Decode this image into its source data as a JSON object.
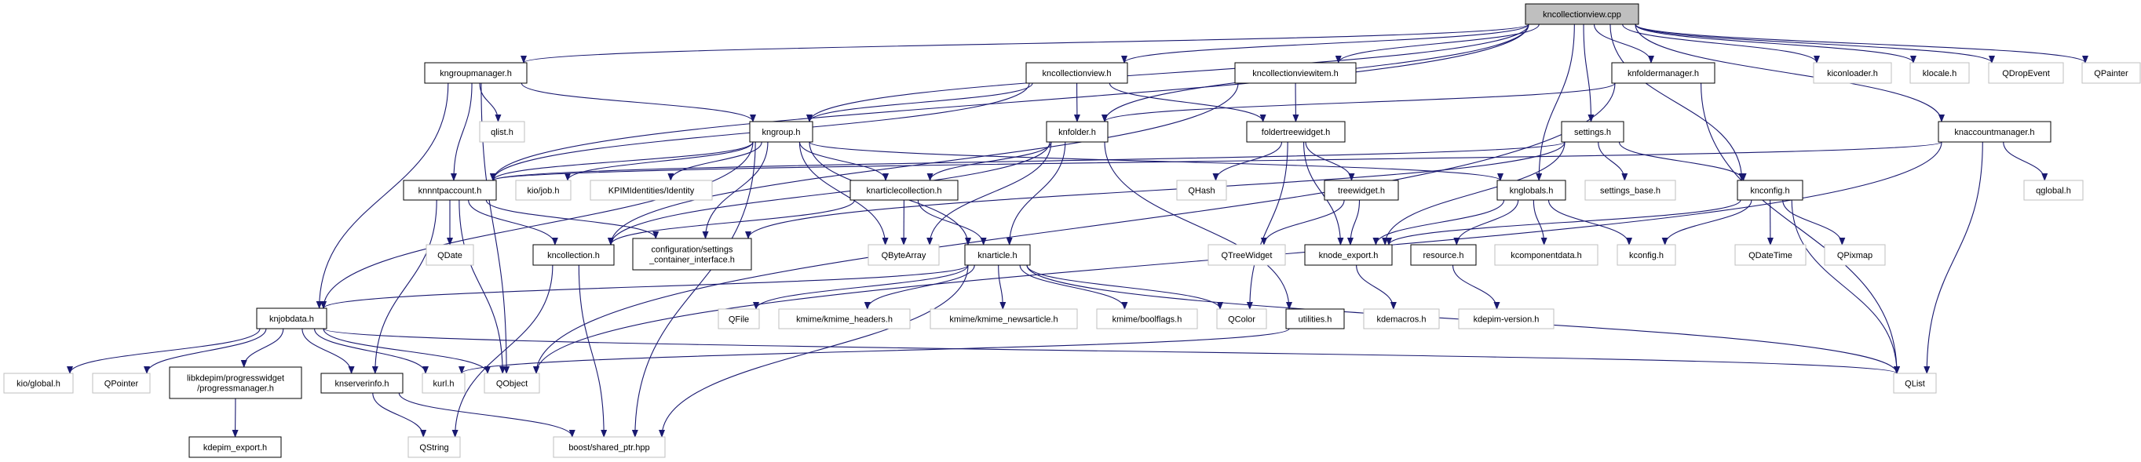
{
  "title": "kncollectionview.cpp",
  "colors": {
    "edge": "#191970",
    "root_fill": "#bfbfbf",
    "documented_border": "#000000",
    "external_border": "#bfbfbf"
  },
  "nodes": [
    {
      "id": "root",
      "label": "kncollectionview.cpp",
      "kind": "root"
    },
    {
      "id": "kngroupmanager",
      "label": "kngroupmanager.h",
      "kind": "doc"
    },
    {
      "id": "kncollectionview_h",
      "label": "kncollectionview.h",
      "kind": "doc"
    },
    {
      "id": "kncollectionviewitem",
      "label": "kncollectionviewitem.h",
      "kind": "doc"
    },
    {
      "id": "knfoldermanager",
      "label": "knfoldermanager.h",
      "kind": "doc"
    },
    {
      "id": "kiconloader",
      "label": "kiconloader.h",
      "kind": "ext"
    },
    {
      "id": "klocale",
      "label": "klocale.h",
      "kind": "ext"
    },
    {
      "id": "qdropevent",
      "label": "QDropEvent",
      "kind": "ext"
    },
    {
      "id": "qpainter",
      "label": "QPainter",
      "kind": "ext"
    },
    {
      "id": "qlist_h",
      "label": "qlist.h",
      "kind": "ext"
    },
    {
      "id": "kngroup",
      "label": "kngroup.h",
      "kind": "doc"
    },
    {
      "id": "knfolder",
      "label": "knfolder.h",
      "kind": "doc"
    },
    {
      "id": "foldertreewidget",
      "label": "foldertreewidget.h",
      "kind": "doc"
    },
    {
      "id": "settings",
      "label": "settings.h",
      "kind": "doc"
    },
    {
      "id": "knaccountmanager",
      "label": "knaccountmanager.h",
      "kind": "doc"
    },
    {
      "id": "knnntpaccount",
      "label": "knnntpaccount.h",
      "kind": "doc"
    },
    {
      "id": "kiojob",
      "label": "kio/job.h",
      "kind": "ext"
    },
    {
      "id": "kpimidentity",
      "label": "KPIMIdentities/Identity",
      "kind": "ext"
    },
    {
      "id": "knarticlecollection",
      "label": "knarticlecollection.h",
      "kind": "doc"
    },
    {
      "id": "qhash",
      "label": "QHash",
      "kind": "ext"
    },
    {
      "id": "treewidget",
      "label": "treewidget.h",
      "kind": "doc"
    },
    {
      "id": "knglobals",
      "label": "knglobals.h",
      "kind": "doc"
    },
    {
      "id": "settings_base",
      "label": "settings_base.h",
      "kind": "ext"
    },
    {
      "id": "knconfig",
      "label": "knconfig.h",
      "kind": "doc"
    },
    {
      "id": "qglobal",
      "label": "qglobal.h",
      "kind": "ext"
    },
    {
      "id": "qdate",
      "label": "QDate",
      "kind": "ext"
    },
    {
      "id": "kncollection",
      "label": "kncollection.h",
      "kind": "doc"
    },
    {
      "id": "configsettings",
      "label": "configuration/settings\n_container_interface.h",
      "kind": "doc"
    },
    {
      "id": "qbytearray",
      "label": "QByteArray",
      "kind": "ext"
    },
    {
      "id": "knarticle",
      "label": "knarticle.h",
      "kind": "doc"
    },
    {
      "id": "qtreewidget",
      "label": "QTreeWidget",
      "kind": "ext"
    },
    {
      "id": "knode_export",
      "label": "knode_export.h",
      "kind": "doc"
    },
    {
      "id": "resource",
      "label": "resource.h",
      "kind": "doc"
    },
    {
      "id": "kcomponentdata",
      "label": "kcomponentdata.h",
      "kind": "ext"
    },
    {
      "id": "kconfig",
      "label": "kconfig.h",
      "kind": "ext"
    },
    {
      "id": "qdatetime",
      "label": "QDateTime",
      "kind": "ext"
    },
    {
      "id": "qpixmap",
      "label": "QPixmap",
      "kind": "ext"
    },
    {
      "id": "knjobdata",
      "label": "knjobdata.h",
      "kind": "doc"
    },
    {
      "id": "qfile",
      "label": "QFile",
      "kind": "ext"
    },
    {
      "id": "kmime_headers",
      "label": "kmime/kmime_headers.h",
      "kind": "ext"
    },
    {
      "id": "kmime_newsarticle",
      "label": "kmime/kmime_newsarticle.h",
      "kind": "ext"
    },
    {
      "id": "boolflags",
      "label": "kmime/boolflags.h",
      "kind": "ext"
    },
    {
      "id": "qcolor",
      "label": "QColor",
      "kind": "ext"
    },
    {
      "id": "utilities",
      "label": "utilities.h",
      "kind": "doc"
    },
    {
      "id": "kdemacros",
      "label": "kdemacros.h",
      "kind": "ext"
    },
    {
      "id": "kdepim_version",
      "label": "kdepim-version.h",
      "kind": "ext"
    },
    {
      "id": "kioglobal",
      "label": "kio/global.h",
      "kind": "ext"
    },
    {
      "id": "qpointer",
      "label": "QPointer",
      "kind": "ext"
    },
    {
      "id": "progressmanager",
      "label": "libkdepim/progresswidget\n/progressmanager.h",
      "kind": "doc"
    },
    {
      "id": "knserverinfo",
      "label": "knserverinfo.h",
      "kind": "doc"
    },
    {
      "id": "kurl",
      "label": "kurl.h",
      "kind": "ext"
    },
    {
      "id": "qobject",
      "label": "QObject",
      "kind": "ext"
    },
    {
      "id": "qlist",
      "label": "QList",
      "kind": "ext"
    },
    {
      "id": "kdepim_export",
      "label": "kdepim_export.h",
      "kind": "doc"
    },
    {
      "id": "qstring",
      "label": "QString",
      "kind": "ext"
    },
    {
      "id": "boost",
      "label": "boost/shared_ptr.hpp",
      "kind": "ext"
    }
  ],
  "edges": [
    [
      "root",
      "kngroupmanager"
    ],
    [
      "root",
      "kncollectionview_h"
    ],
    [
      "root",
      "kncollectionviewitem"
    ],
    [
      "root",
      "kngroup"
    ],
    [
      "root",
      "knfolder"
    ],
    [
      "root",
      "knnntpaccount"
    ],
    [
      "root",
      "knglobals"
    ],
    [
      "root",
      "settings"
    ],
    [
      "root",
      "knfoldermanager"
    ],
    [
      "root",
      "knconfig"
    ],
    [
      "root",
      "knaccountmanager"
    ],
    [
      "root",
      "kiconloader"
    ],
    [
      "root",
      "klocale"
    ],
    [
      "root",
      "qdropevent"
    ],
    [
      "root",
      "qpainter"
    ],
    [
      "kngroupmanager",
      "knnntpaccount"
    ],
    [
      "kngroupmanager",
      "qlist_h"
    ],
    [
      "kngroupmanager",
      "kngroup"
    ],
    [
      "kngroupmanager",
      "knjobdata"
    ],
    [
      "kngroupmanager",
      "qobject"
    ],
    [
      "kncollectionview_h",
      "kngroup"
    ],
    [
      "kncollectionview_h",
      "knfolder"
    ],
    [
      "kncollectionview_h",
      "foldertreewidget"
    ],
    [
      "kncollectionview_h",
      "knnntpaccount"
    ],
    [
      "kncollectionviewitem",
      "foldertreewidget"
    ],
    [
      "kncollectionviewitem",
      "kncollection"
    ],
    [
      "kngroup",
      "knnntpaccount"
    ],
    [
      "kngroup",
      "kiojob"
    ],
    [
      "kngroup",
      "kpimidentity"
    ],
    [
      "kngroup",
      "knarticlecollection"
    ],
    [
      "kngroup",
      "configsettings"
    ],
    [
      "kngroup",
      "qbytearray"
    ],
    [
      "kngroup",
      "knarticle"
    ],
    [
      "kngroup",
      "knjobdata"
    ],
    [
      "kngroup",
      "knglobals"
    ],
    [
      "kngroup",
      "boost"
    ],
    [
      "knfolder",
      "knarticlecollection"
    ],
    [
      "knfolder",
      "qbytearray"
    ],
    [
      "knfolder",
      "knarticle"
    ],
    [
      "knfolder",
      "utilities"
    ],
    [
      "knfolder",
      "kncollection"
    ],
    [
      "foldertreewidget",
      "qhash"
    ],
    [
      "foldertreewidget",
      "treewidget"
    ],
    [
      "foldertreewidget",
      "knode_export"
    ],
    [
      "foldertreewidget",
      "qcolor"
    ],
    [
      "treewidget",
      "qtreewidget"
    ],
    [
      "treewidget",
      "knode_export"
    ],
    [
      "knfoldermanager",
      "knfolder"
    ],
    [
      "knfoldermanager",
      "qlist"
    ],
    [
      "knfoldermanager",
      "qobject"
    ],
    [
      "settings",
      "knnntpaccount"
    ],
    [
      "settings",
      "configsettings"
    ],
    [
      "settings",
      "settings_base"
    ],
    [
      "settings",
      "knconfig"
    ],
    [
      "settings",
      "knode_export"
    ],
    [
      "knaccountmanager",
      "knnntpaccount"
    ],
    [
      "knaccountmanager",
      "qglobal"
    ],
    [
      "knaccountmanager",
      "qlist"
    ],
    [
      "knaccountmanager",
      "qobject"
    ],
    [
      "knglobals",
      "knode_export"
    ],
    [
      "knglobals",
      "resource"
    ],
    [
      "knglobals",
      "kcomponentdata"
    ],
    [
      "knglobals",
      "kconfig"
    ],
    [
      "knconfig",
      "knode_export"
    ],
    [
      "knconfig",
      "kconfig"
    ],
    [
      "knconfig",
      "qdatetime"
    ],
    [
      "knconfig",
      "qpixmap"
    ],
    [
      "knconfig",
      "qlist"
    ],
    [
      "knnntpaccount",
      "qdate"
    ],
    [
      "knnntpaccount",
      "kncollection"
    ],
    [
      "knnntpaccount",
      "configsettings"
    ],
    [
      "knnntpaccount",
      "knserverinfo"
    ],
    [
      "knnntpaccount",
      "qobject"
    ],
    [
      "knarticlecollection",
      "qbytearray"
    ],
    [
      "knarticlecollection",
      "knarticle"
    ],
    [
      "knarticlecollection",
      "kncollection"
    ],
    [
      "knarticle",
      "qfile"
    ],
    [
      "knarticle",
      "kmime_headers"
    ],
    [
      "knarticle",
      "kmime_newsarticle"
    ],
    [
      "knarticle",
      "boolflags"
    ],
    [
      "knarticle",
      "qcolor"
    ],
    [
      "knarticle",
      "knjobdata"
    ],
    [
      "knarticle",
      "boost"
    ],
    [
      "knarticle",
      "qlist"
    ],
    [
      "kncollection",
      "qstring"
    ],
    [
      "kncollection",
      "boost"
    ],
    [
      "knjobdata",
      "kioglobal"
    ],
    [
      "knjobdata",
      "qpointer"
    ],
    [
      "knjobdata",
      "progressmanager"
    ],
    [
      "knjobdata",
      "knserverinfo"
    ],
    [
      "knjobdata",
      "kurl"
    ],
    [
      "knjobdata",
      "qobject"
    ],
    [
      "knjobdata",
      "qlist"
    ],
    [
      "progressmanager",
      "kdepim_export"
    ],
    [
      "knserverinfo",
      "qstring"
    ],
    [
      "knserverinfo",
      "boost"
    ],
    [
      "knode_export",
      "kdemacros"
    ],
    [
      "resource",
      "kdepim_version"
    ],
    [
      "utilities",
      "kurl"
    ]
  ]
}
